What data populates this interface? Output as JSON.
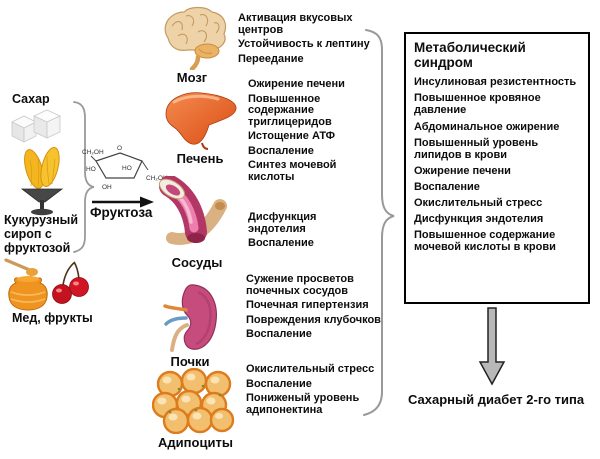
{
  "sources": {
    "sugar": {
      "label": "Сахар"
    },
    "corn": {
      "label": "Кукурузный сироп с фруктозой"
    },
    "honey": {
      "label": "Мед, фрукты"
    }
  },
  "fructose": {
    "label": "Фруктоза",
    "molecule": {
      "ch2oh_left": "CH₂OH",
      "ring_o": "O",
      "ho_left": "HO",
      "ho_inner": "HO",
      "ch2oh_right": "CH₂OH",
      "oh_bottom": "OH"
    }
  },
  "organs": [
    {
      "name": "Мозг",
      "effects": [
        "Активация вкусовых центров",
        "Устойчивость к лептину",
        "Переедание"
      ]
    },
    {
      "name": "Печень",
      "effects": [
        "Ожирение печени",
        "Повышенное содержание триглицеридов",
        "Истощение АТФ",
        "Воспаление",
        "Синтез мочевой кислоты"
      ]
    },
    {
      "name": "Сосуды",
      "effects": [
        "Дисфункция эндотелия",
        "Воспаление"
      ]
    },
    {
      "name": "Почки",
      "effects": [
        "Сужение просветов почечных сосудов",
        "Почечная гипертензия",
        "Повреждения клубочков",
        "Воспаление"
      ]
    },
    {
      "name": "Адипоциты",
      "effects": [
        "Окислительный стресс",
        "Воспаление",
        "Пониженый уровень адипонектина"
      ]
    }
  ],
  "syndrome_box": {
    "title": "Метаболический синдром",
    "items": [
      "Инсулиновая резистентность",
      "Повышенное кровяное давление",
      "Абдоминальное ожирение",
      "Повышенный уровень липидов в крови",
      "Ожирение печени",
      "Воспаление",
      "Окислительный стресс",
      "Дисфункция эндотелия",
      "Повышенное содержание мочевой кислоты в крови"
    ]
  },
  "outcome_label": "Сахарный диабет 2-го типа",
  "colors": {
    "liver": "#d94e15",
    "brain": "#eed3a8",
    "vessel_pink": "#b23767",
    "kidney": "#c64c7e",
    "adipocyte": "#f2bf6e",
    "arrow_gray": "#b8b8b8",
    "brace_gray": "#999999"
  }
}
